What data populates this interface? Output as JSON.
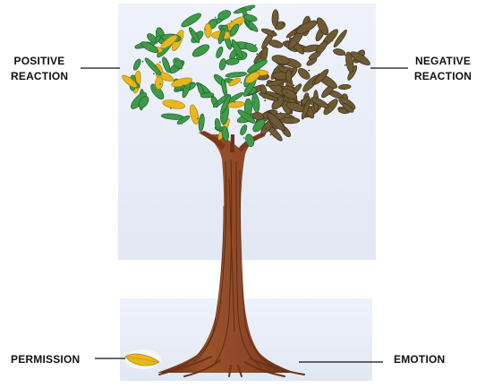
{
  "labels": {
    "positive": [
      "POSITIVE",
      "REACTION"
    ],
    "negative": [
      "NEGATIVE",
      "REACTION"
    ],
    "permission": "PERMISSION",
    "emotion": "EMOTION"
  },
  "colors": {
    "paper": "#e9eef8",
    "trunk": "#8a4526",
    "trunk_dark": "#5a2a14",
    "green_leaf": "#3f9a48",
    "yellow_leaf": "#e8b71c",
    "brown_leaf": "#6e5a34",
    "line": "#111111"
  },
  "icons": [
    "fallen-yellow-leaf-icon"
  ]
}
